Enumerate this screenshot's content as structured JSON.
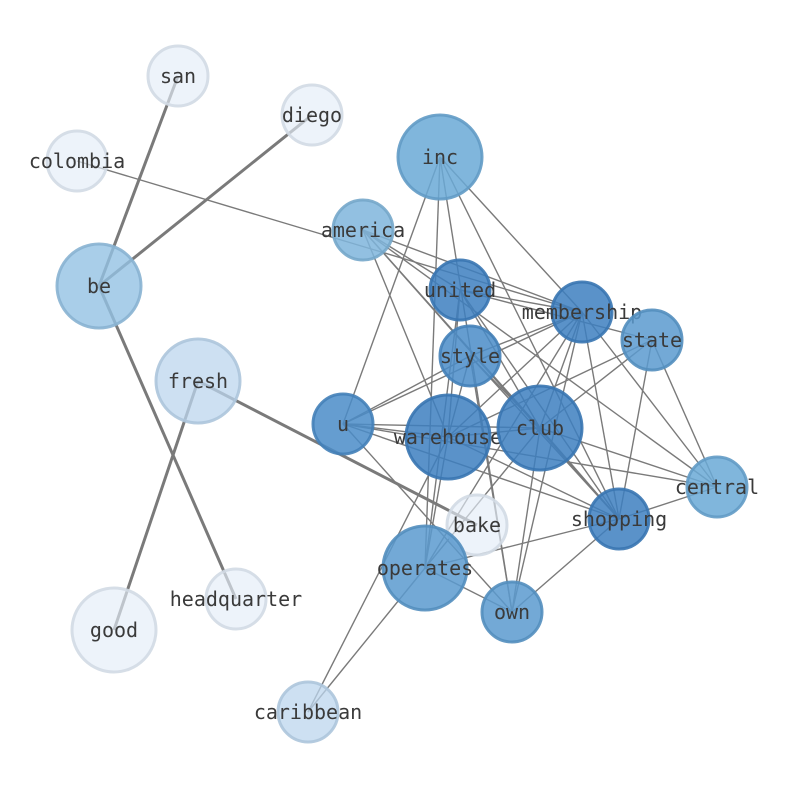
{
  "graph": {
    "nodes": [
      {
        "id": "san",
        "label": "san",
        "color": "#e4edf8",
        "opacity": 0.65
      },
      {
        "id": "diego",
        "label": "diego",
        "color": "#e4edf8",
        "opacity": 0.65
      },
      {
        "id": "colombia",
        "label": "colombia",
        "color": "#e4edf8",
        "opacity": 0.65
      },
      {
        "id": "inc",
        "label": "inc",
        "color": "#6aa9d6",
        "opacity": 0.85
      },
      {
        "id": "america",
        "label": "america",
        "color": "#7fb5dc",
        "opacity": 0.85
      },
      {
        "id": "be",
        "label": "be",
        "color": "#94c2e3",
        "opacity": 0.8
      },
      {
        "id": "united",
        "label": "united",
        "color": "#3d7fc0",
        "opacity": 0.85
      },
      {
        "id": "membership",
        "label": "membership",
        "color": "#3d7fc0",
        "opacity": 0.85
      },
      {
        "id": "state",
        "label": "state",
        "color": "#5a9acf",
        "opacity": 0.85
      },
      {
        "id": "style",
        "label": "style",
        "color": "#4a8cc8",
        "opacity": 0.85
      },
      {
        "id": "fresh",
        "label": "fresh",
        "color": "#bcd6ee",
        "opacity": 0.75
      },
      {
        "id": "u",
        "label": "u",
        "color": "#4a8cc8",
        "opacity": 0.85
      },
      {
        "id": "warehouse",
        "label": "warehouse",
        "color": "#3d7fc0",
        "opacity": 0.85
      },
      {
        "id": "club",
        "label": "club",
        "color": "#3d7fc0",
        "opacity": 0.85
      },
      {
        "id": "central",
        "label": "central",
        "color": "#6aa9d6",
        "opacity": 0.85
      },
      {
        "id": "bake",
        "label": "bake",
        "color": "#e4edf8",
        "opacity": 0.65
      },
      {
        "id": "shopping",
        "label": "shopping",
        "color": "#3d7fc0",
        "opacity": 0.85
      },
      {
        "id": "operates",
        "label": "operates",
        "color": "#5a9acf",
        "opacity": 0.85
      },
      {
        "id": "own",
        "label": "own",
        "color": "#5a9acf",
        "opacity": 0.85
      },
      {
        "id": "headquarter",
        "label": "headquarter",
        "color": "#e4edf8",
        "opacity": 0.65
      },
      {
        "id": "good",
        "label": "good",
        "color": "#e4edf8",
        "opacity": 0.65
      },
      {
        "id": "caribbean",
        "label": "caribbean",
        "color": "#bcd6ee",
        "opacity": 0.75
      }
    ],
    "edges": [
      {
        "source": "san",
        "target": "be",
        "weight": "thick"
      },
      {
        "source": "diego",
        "target": "be",
        "weight": "thick"
      },
      {
        "source": "be",
        "target": "headquarter",
        "weight": "thick"
      },
      {
        "source": "fresh",
        "target": "good",
        "weight": "thick"
      },
      {
        "source": "fresh",
        "target": "bake",
        "weight": "thick"
      },
      {
        "source": "colombia",
        "target": "membership",
        "weight": "thin"
      },
      {
        "source": "inc",
        "target": "membership",
        "weight": "thin"
      },
      {
        "source": "inc",
        "target": "own",
        "weight": "thin"
      },
      {
        "source": "inc",
        "target": "operates",
        "weight": "thin"
      },
      {
        "source": "inc",
        "target": "u",
        "weight": "thin"
      },
      {
        "source": "inc",
        "target": "shopping",
        "weight": "thin"
      },
      {
        "source": "america",
        "target": "membership",
        "weight": "thin"
      },
      {
        "source": "america",
        "target": "united",
        "weight": "thin"
      },
      {
        "source": "america",
        "target": "club",
        "weight": "thin"
      },
      {
        "source": "america",
        "target": "central",
        "weight": "thin"
      },
      {
        "source": "america",
        "target": "shopping",
        "weight": "thin"
      },
      {
        "source": "america",
        "target": "warehouse",
        "weight": "thin"
      },
      {
        "source": "united",
        "target": "state",
        "weight": "thin"
      },
      {
        "source": "united",
        "target": "membership",
        "weight": "thin"
      },
      {
        "source": "united",
        "target": "warehouse",
        "weight": "thin"
      },
      {
        "source": "united",
        "target": "club",
        "weight": "thin"
      },
      {
        "source": "united",
        "target": "shopping",
        "weight": "thin"
      },
      {
        "source": "united",
        "target": "operates",
        "weight": "thin"
      },
      {
        "source": "membership",
        "target": "style",
        "weight": "thin"
      },
      {
        "source": "membership",
        "target": "warehouse",
        "weight": "thin"
      },
      {
        "source": "membership",
        "target": "club",
        "weight": "thin"
      },
      {
        "source": "membership",
        "target": "shopping",
        "weight": "thin"
      },
      {
        "source": "membership",
        "target": "own",
        "weight": "thin"
      },
      {
        "source": "membership",
        "target": "u",
        "weight": "thin"
      },
      {
        "source": "membership",
        "target": "central",
        "weight": "thin"
      },
      {
        "source": "membership",
        "target": "operates",
        "weight": "thin"
      },
      {
        "source": "state",
        "target": "central",
        "weight": "thin"
      },
      {
        "source": "state",
        "target": "shopping",
        "weight": "thin"
      },
      {
        "source": "state",
        "target": "club",
        "weight": "thin"
      },
      {
        "source": "state",
        "target": "warehouse",
        "weight": "thin"
      },
      {
        "source": "style",
        "target": "u",
        "weight": "thin"
      },
      {
        "source": "style",
        "target": "warehouse",
        "weight": "thin"
      },
      {
        "source": "style",
        "target": "club",
        "weight": "thin"
      },
      {
        "source": "style",
        "target": "own",
        "weight": "thin"
      },
      {
        "source": "style",
        "target": "shopping",
        "weight": "thin"
      },
      {
        "source": "u",
        "target": "warehouse",
        "weight": "thin"
      },
      {
        "source": "u",
        "target": "club",
        "weight": "thin"
      },
      {
        "source": "u",
        "target": "shopping",
        "weight": "thin"
      },
      {
        "source": "u",
        "target": "own",
        "weight": "thin"
      },
      {
        "source": "u",
        "target": "central",
        "weight": "thin"
      },
      {
        "source": "warehouse",
        "target": "club",
        "weight": "thin"
      },
      {
        "source": "warehouse",
        "target": "shopping",
        "weight": "thin"
      },
      {
        "source": "warehouse",
        "target": "operates",
        "weight": "thin"
      },
      {
        "source": "warehouse",
        "target": "caribbean",
        "weight": "thin"
      },
      {
        "source": "club",
        "target": "central",
        "weight": "thin"
      },
      {
        "source": "club",
        "target": "shopping",
        "weight": "thin"
      },
      {
        "source": "club",
        "target": "operates",
        "weight": "thin"
      },
      {
        "source": "club",
        "target": "own",
        "weight": "thin"
      },
      {
        "source": "shopping",
        "target": "operates",
        "weight": "thin"
      },
      {
        "source": "shopping",
        "target": "own",
        "weight": "thin"
      },
      {
        "source": "shopping",
        "target": "central",
        "weight": "thin"
      },
      {
        "source": "operates",
        "target": "own",
        "weight": "thin"
      },
      {
        "source": "operates",
        "target": "caribbean",
        "weight": "thin"
      }
    ]
  }
}
